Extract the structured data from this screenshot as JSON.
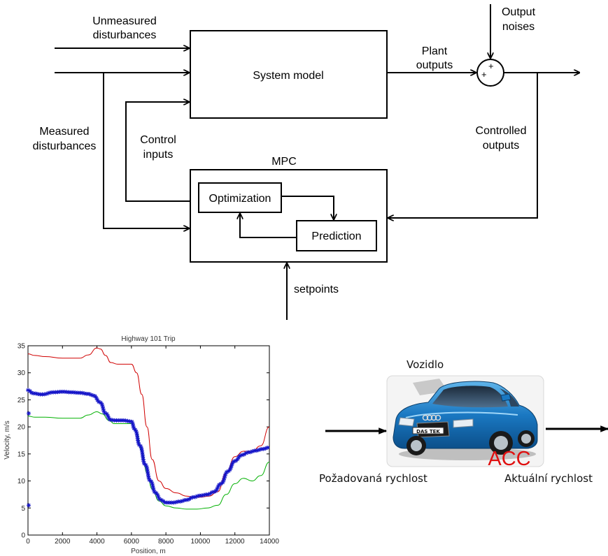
{
  "diagram": {
    "system_model": "System model",
    "mpc_title": "MPC",
    "optimization": "Optimization",
    "prediction": "Prediction",
    "unmeasured_disturbances": [
      "Unmeasured",
      "disturbances"
    ],
    "measured_disturbances": [
      "Measured",
      "disturbances"
    ],
    "control_inputs": [
      "Control",
      "inputs"
    ],
    "plant_outputs": [
      "Plant",
      "outputs"
    ],
    "output_noises": [
      "Output",
      "noises"
    ],
    "controlled_outputs": [
      "Controlled",
      "outputs"
    ],
    "setpoints": "setpoints",
    "plus": "+"
  },
  "chart_data": {
    "type": "line",
    "title": "Highway 101 Trip",
    "xlabel": "Position, m",
    "ylabel": "Velocity, m/s",
    "xlim": [
      0,
      14000
    ],
    "ylim": [
      0,
      35
    ],
    "xticks": [
      0,
      2000,
      4000,
      6000,
      8000,
      10000,
      12000,
      14000
    ],
    "yticks": [
      0,
      5,
      10,
      15,
      20,
      25,
      30,
      35
    ],
    "grid": false,
    "series": [
      {
        "color": "#d00000",
        "marker": "none",
        "x": [
          0,
          400,
          1000,
          2000,
          3000,
          3500,
          4000,
          4200,
          4500,
          4800,
          5200,
          6000,
          6300,
          6600,
          6900,
          7200,
          7600,
          8000,
          8600,
          9200,
          9600,
          10000,
          10500,
          11000,
          11500,
          12000,
          12500,
          13000,
          13500,
          14000
        ],
        "y": [
          33.5,
          33.2,
          33.0,
          32.7,
          32.7,
          33.3,
          34.6,
          34.4,
          33.2,
          31.9,
          31.6,
          31.6,
          30.0,
          26.0,
          20.0,
          14.0,
          10.0,
          8.6,
          7.8,
          7.2,
          7.0,
          7.0,
          7.2,
          8.0,
          11.5,
          14.5,
          15.5,
          15.5,
          16.5,
          20.0
        ]
      },
      {
        "color": "#00b000",
        "marker": "none",
        "x": [
          0,
          400,
          1000,
          2000,
          3000,
          3500,
          4000,
          4300,
          4700,
          5000,
          5500,
          6000,
          6300,
          6600,
          6900,
          7200,
          7600,
          8000,
          8600,
          9200,
          9800,
          10400,
          11000,
          11500,
          12000,
          12500,
          13000,
          13500,
          14000
        ],
        "y": [
          22.0,
          21.8,
          21.8,
          21.6,
          21.6,
          22.2,
          22.8,
          22.4,
          21.2,
          20.6,
          20.6,
          20.6,
          19.0,
          15.5,
          11.5,
          8.5,
          6.3,
          5.4,
          5.0,
          4.8,
          4.8,
          5.0,
          5.5,
          7.5,
          9.5,
          10.5,
          10.0,
          11.0,
          13.5
        ]
      },
      {
        "color": "#1414c8",
        "marker": "star",
        "x": [
          0,
          300,
          800,
          1500,
          2000,
          2500,
          3000,
          3500,
          3800,
          4200,
          4500,
          4800,
          5000,
          5500,
          6000,
          6200,
          6500,
          6800,
          7100,
          7400,
          7700,
          8000,
          8400,
          8800,
          9200,
          9600,
          10000,
          10400,
          10800,
          11200,
          11600,
          12000,
          12400,
          12800,
          13200,
          13600,
          14000
        ],
        "y": [
          26.8,
          26.2,
          26.0,
          26.4,
          26.5,
          26.4,
          26.3,
          26.1,
          25.8,
          24.5,
          22.5,
          21.3,
          21.2,
          21.2,
          21.0,
          19.5,
          16.5,
          13.0,
          10.0,
          7.8,
          6.5,
          6.0,
          6.0,
          6.2,
          6.5,
          7.0,
          7.3,
          7.5,
          8.0,
          9.5,
          11.8,
          13.7,
          14.8,
          15.3,
          15.6,
          15.9,
          16.2
        ]
      }
    ],
    "isolated_markers": [
      {
        "x": 0,
        "y": 22.5,
        "color": "#1414c8"
      },
      {
        "x": 0,
        "y": 5.5,
        "color": "#1414c8"
      }
    ]
  },
  "acc": {
    "vehicle_label": "Vozidlo",
    "badge": "ACC",
    "plate": "DAS TEK",
    "desired_speed": "Požadovaná rychlost",
    "actual_speed": "Aktuální rychlost",
    "badge_color": "#e01010",
    "car_color": "#1a78c2"
  }
}
